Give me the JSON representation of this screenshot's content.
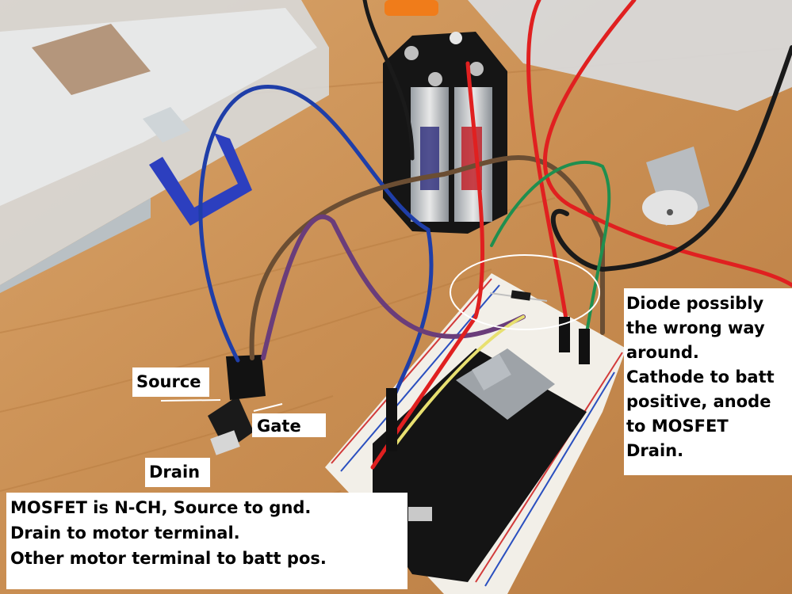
{
  "photo": {
    "subject": "breadboard with ESP32, battery pack, MOSFET and DC motor",
    "colors": {
      "table": "#c98e52",
      "wire_blue": "#1f3ea8",
      "wire_brown": "#6b4e33",
      "wire_purple": "#6a3d7a",
      "wire_red": "#e02020",
      "wire_black": "#1a1a1a",
      "wire_green": "#1f8f4f",
      "breadboard": "#f2efe8"
    }
  },
  "labels": {
    "source": "Source",
    "gate": "Gate",
    "drain": "Drain"
  },
  "notes": {
    "diode": [
      "Diode possibly",
      "the wrong way",
      "around.",
      "Cathode to batt",
      "positive, anode",
      "to MOSFET",
      "Drain."
    ],
    "mosfet": [
      "MOSFET is N-CH, Source to gnd.",
      "Drain to motor terminal.",
      "Other motor terminal to batt pos."
    ]
  }
}
